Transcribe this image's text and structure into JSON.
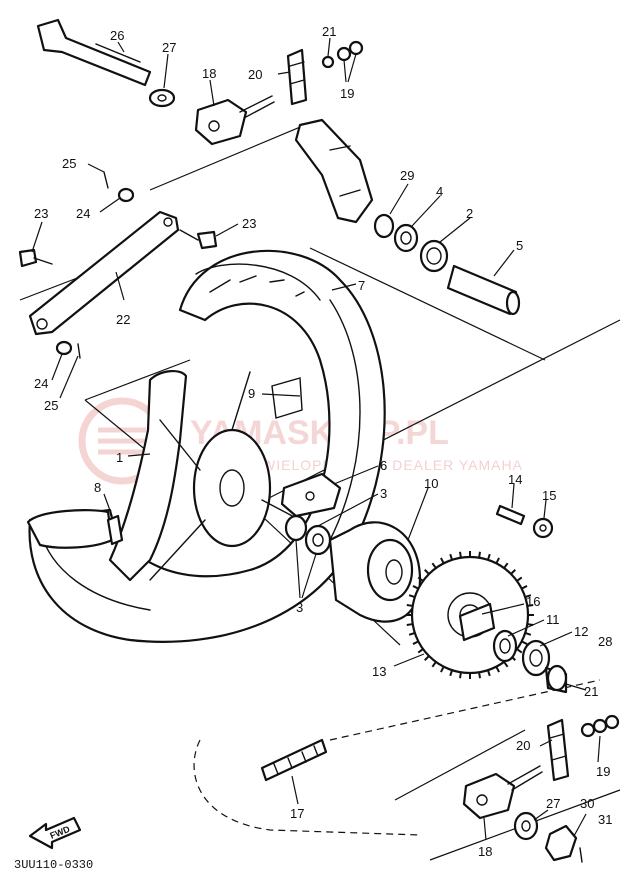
{
  "watermark": {
    "title": "YAMASKLEP.PL",
    "subtitle": "WIELOPRODUKT   DEALER YAMAHA"
  },
  "diagram_code": "3UU110-0330",
  "fwd_label": "FWD",
  "callouts": {
    "c26": "26",
    "c27_top": "27",
    "c21_top": "21",
    "c20_top": "20",
    "c18_top": "18",
    "c19_top": "19",
    "c25_top": "25",
    "c24_top": "24",
    "c23_left": "23",
    "c23_right": "23",
    "c22": "22",
    "c24_bottom": "24",
    "c25_bottom": "25",
    "c29": "29",
    "c4": "4",
    "c2": "2",
    "c5": "5",
    "c7": "7",
    "c9": "9",
    "c1": "1",
    "c8": "8",
    "c6": "6",
    "c3_right": "3",
    "c3_bottom": "3",
    "c10": "10",
    "c14": "14",
    "c15": "15",
    "c16": "16",
    "c11": "11",
    "c12": "12",
    "c28": "28",
    "c13": "13",
    "c21_bottom": "21",
    "c20_bottom": "20",
    "c19_bottom": "19",
    "c17": "17",
    "c27_bottom": "27",
    "c30": "30",
    "c31": "31",
    "c18_bottom": "18"
  }
}
